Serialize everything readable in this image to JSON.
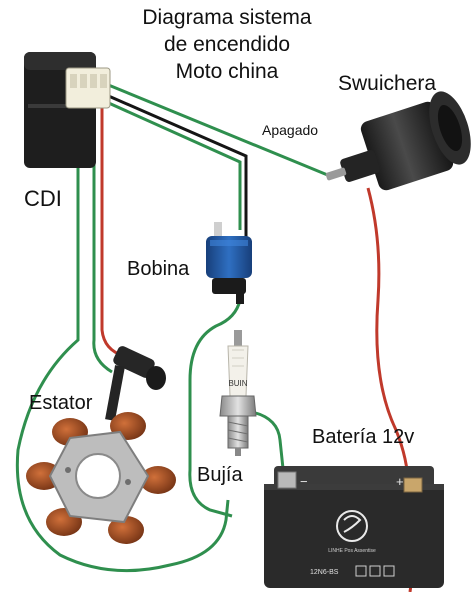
{
  "title": {
    "line1": "Diagrama sistema",
    "line2": "de encendido",
    "line3": "Moto china"
  },
  "labels": {
    "cdi": "CDI",
    "switch": "Swuichera",
    "switch_off": "Apagado",
    "coil": "Bobina",
    "stator": "Estator",
    "spark_plug": "Bujía",
    "battery": "Batería 12v"
  },
  "battery_markings": {
    "model": "12N6-BS",
    "brand": "LINHE Pos Assentise",
    "plus": "+",
    "minus": "−"
  },
  "spark_plug_marking": "BUIN",
  "colors": {
    "wire_green": "#2f8f4e",
    "wire_red": "#c0392b",
    "wire_black": "#151515",
    "component_dark": "#1e1e1e",
    "coil_blue": "#1f5aa6",
    "copper": "#a0522d",
    "battery_body": "#2a2a2a"
  }
}
